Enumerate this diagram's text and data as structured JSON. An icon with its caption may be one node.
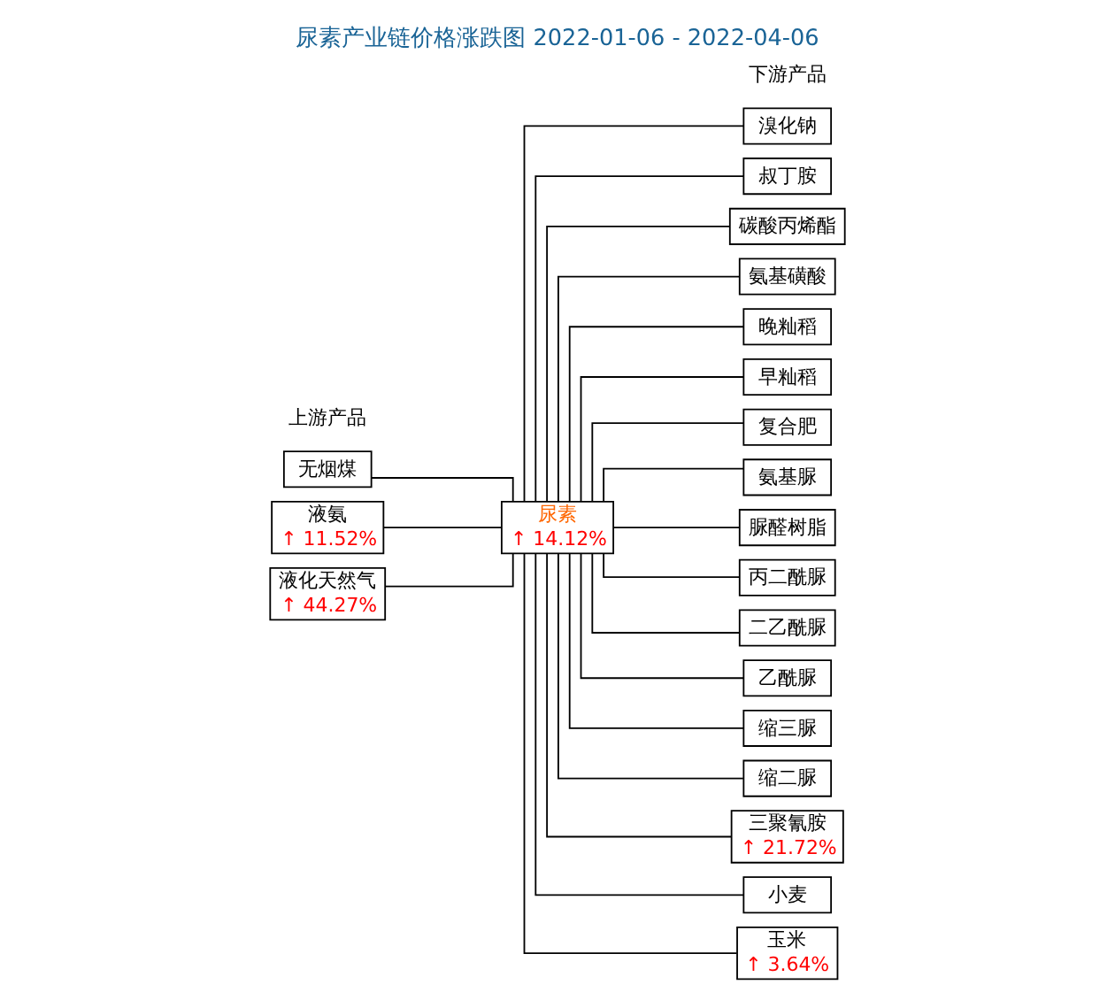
{
  "diagram": {
    "title": "尿素产业链价格涨跌图 2022-01-06 - 2022-04-06",
    "nodes": [
      {
        "text": [
          "无烟煤"
        ]
      },
      {
        "text": [
          "液氨",
          "↑ 11.52%"
        ]
      },
      {
        "text": [
          "液化天然气",
          "↑ 44.27%"
        ]
      },
      {
        "text": [
          "尿素",
          "↑ 14.12%"
        ]
      },
      {
        "text": [
          "溴化钠"
        ]
      },
      {
        "text": [
          "叔丁胺"
        ]
      },
      {
        "text": [
          "碳酸丙烯酯"
        ]
      },
      {
        "text": [
          "氨基磺酸"
        ]
      },
      {
        "text": [
          "晚籼稻"
        ]
      },
      {
        "text": [
          "早籼稻"
        ]
      },
      {
        "text": [
          "复合肥"
        ]
      },
      {
        "text": [
          "氨基脲"
        ]
      },
      {
        "text": [
          "脲醛树脂"
        ]
      },
      {
        "text": [
          "丙二酰脲"
        ]
      },
      {
        "text": [
          "二乙酰脲"
        ]
      },
      {
        "text": [
          "乙酰脲"
        ]
      },
      {
        "text": [
          "缩三脲"
        ]
      },
      {
        "text": [
          "缩二脲"
        ]
      },
      {
        "text": [
          "三聚氰胺",
          "↑ 21.72%"
        ]
      },
      {
        "text": [
          "小麦"
        ]
      },
      {
        "text": [
          "玉米",
          "↑ 3.64%"
        ]
      }
    ],
    "edges": [
      {
        "from": 0,
        "to": 3,
        "arrow": "none"
      },
      {
        "from": 1,
        "to": 3,
        "arrow": "none"
      },
      {
        "from": 2,
        "to": 3,
        "arrow": "none"
      },
      {
        "from": 3,
        "to": 4,
        "arrow": "none"
      },
      {
        "from": 3,
        "to": 5,
        "arrow": "none"
      },
      {
        "from": 3,
        "to": 6,
        "arrow": "none"
      },
      {
        "from": 3,
        "to": 7,
        "arrow": "none"
      },
      {
        "from": 3,
        "to": 8,
        "arrow": "none"
      },
      {
        "from": 3,
        "to": 9,
        "arrow": "none"
      },
      {
        "from": 3,
        "to": 10,
        "arrow": "none"
      },
      {
        "from": 3,
        "to": 11,
        "arrow": "none"
      },
      {
        "from": 3,
        "to": 12,
        "arrow": "none"
      },
      {
        "from": 3,
        "to": 13,
        "arrow": "none"
      },
      {
        "from": 3,
        "to": 14,
        "arrow": "none"
      },
      {
        "from": 3,
        "to": 15,
        "arrow": "none"
      },
      {
        "from": 3,
        "to": 16,
        "arrow": "none"
      },
      {
        "from": 3,
        "to": 17,
        "arrow": "none"
      },
      {
        "from": 3,
        "to": 18,
        "arrow": "none"
      },
      {
        "from": 3,
        "to": 19,
        "arrow": "none"
      },
      {
        "from": 3,
        "to": 20,
        "arrow": "none"
      }
    ],
    "labels": [
      "上游产品",
      "下游产品"
    ]
  }
}
